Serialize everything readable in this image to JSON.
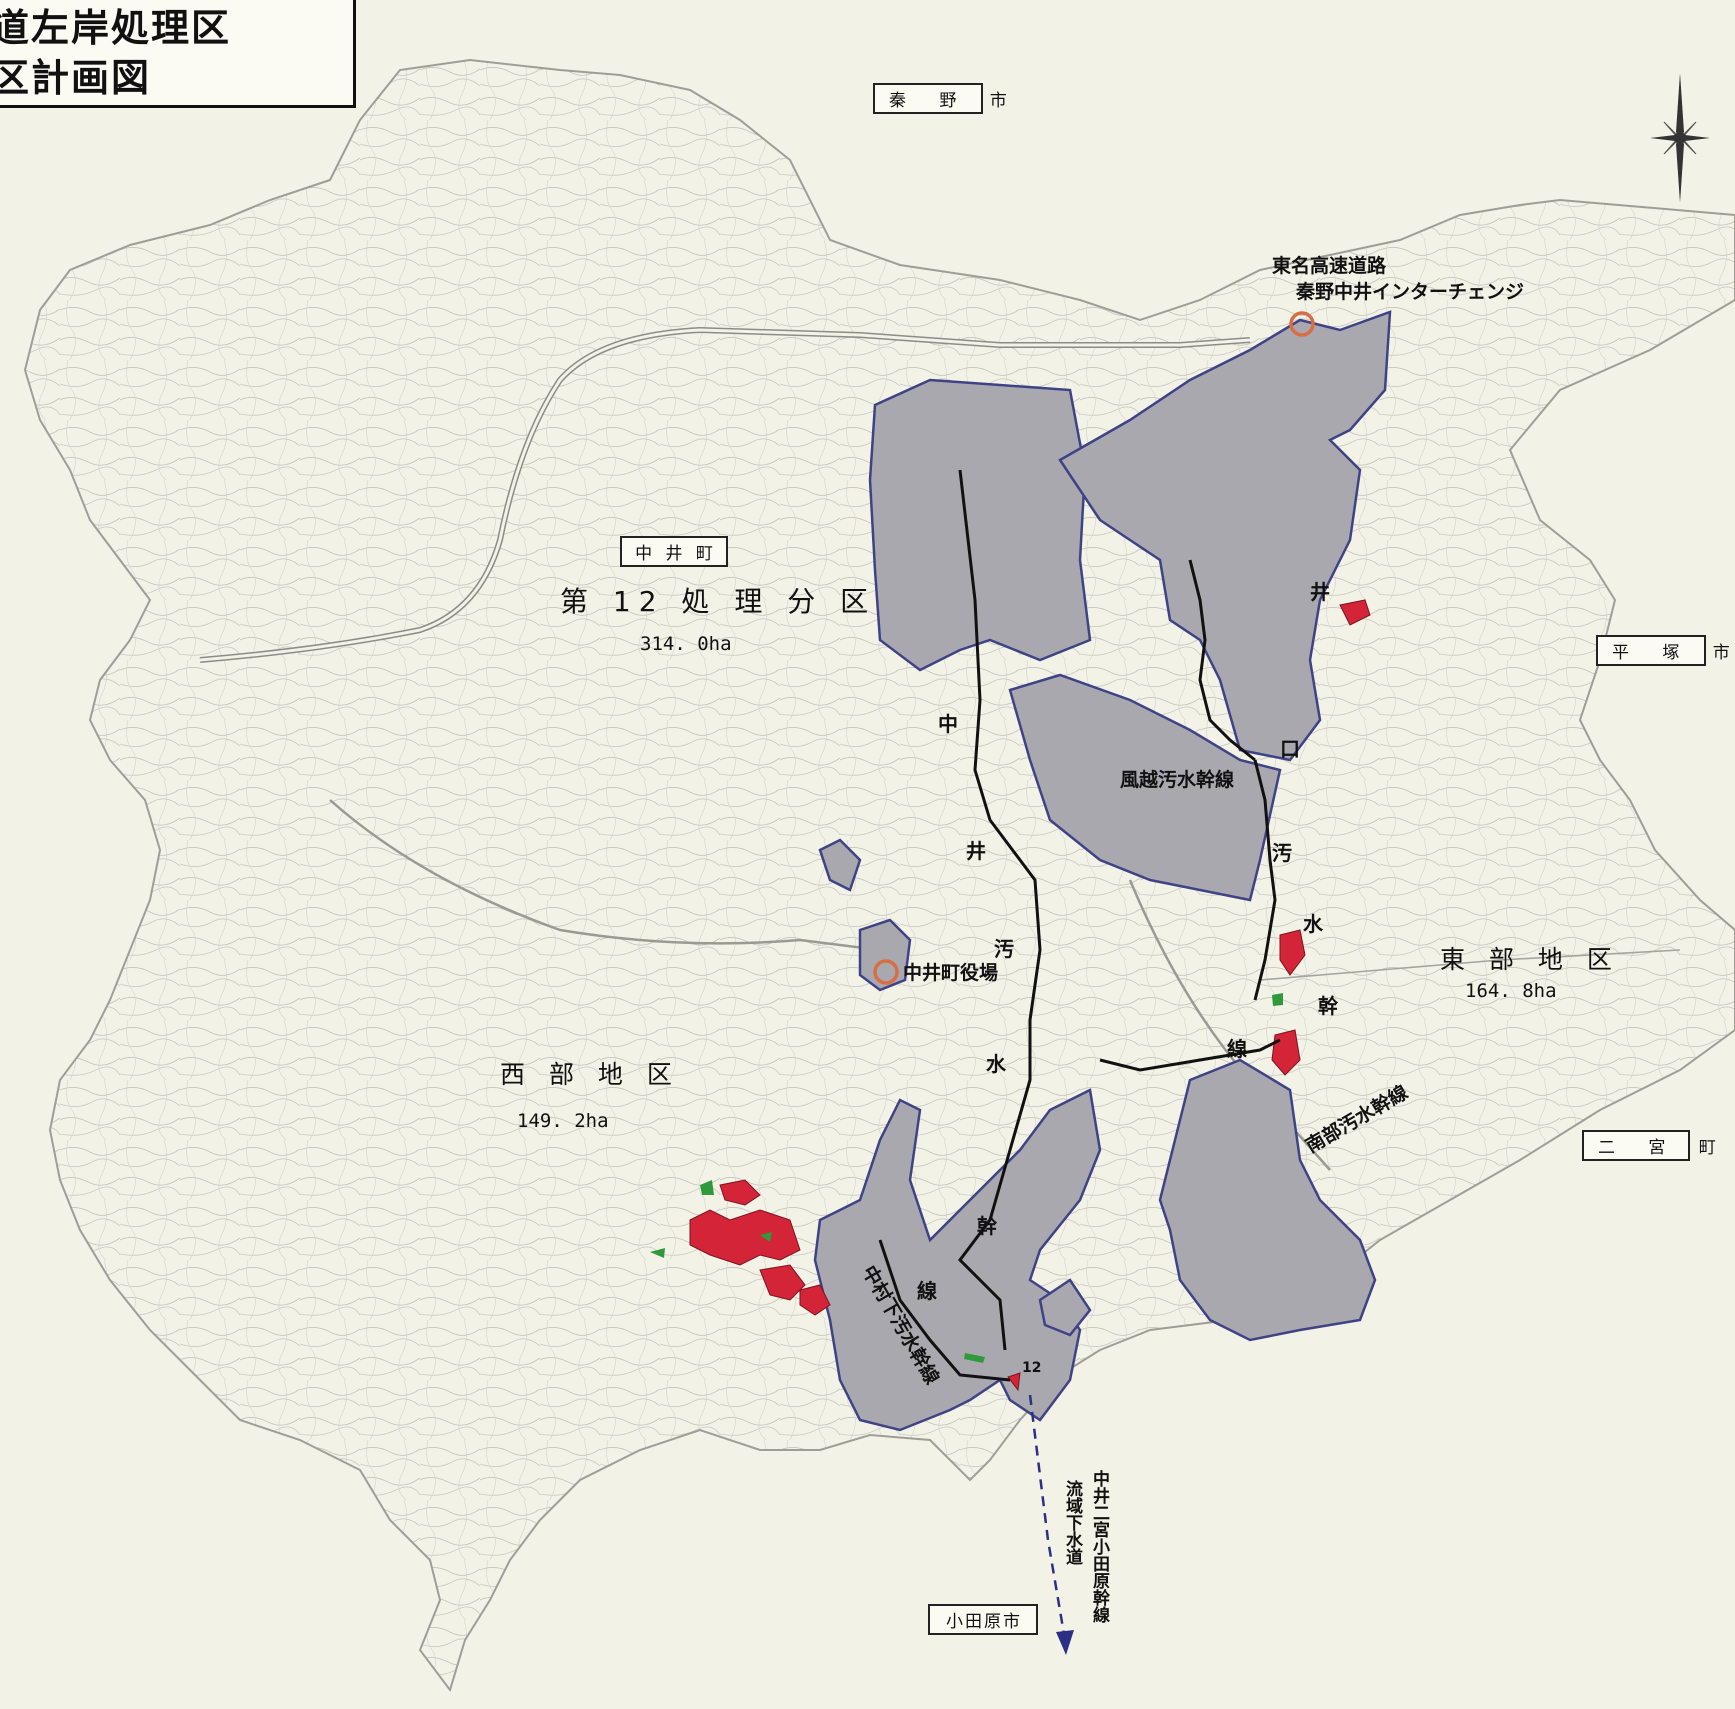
{
  "title": {
    "line1": "道左岸処理区",
    "line2": "区計画図"
  },
  "neighbors": {
    "north": "秦 野 市",
    "east": "平 塚 市",
    "southeast": "二 宮 町",
    "south": "小田原市"
  },
  "town_label": "中 井 町",
  "landmarks": {
    "highway_name": "東名高速道路",
    "interchange": "秦野中井インターチェンジ",
    "town_hall": "中井町役場"
  },
  "districts": {
    "main": {
      "name": "第 12 処 理 分 区",
      "area": "314. 0ha"
    },
    "west": {
      "name": "西 部 地 区",
      "area": "149. 2ha"
    },
    "east": {
      "name": "東 部 地 区",
      "area": "164. 8ha"
    }
  },
  "trunk_lines": {
    "kazakoshi": "風越汚水幹線",
    "nanbu": "南部汚水幹線",
    "nakamura": "中村下汚水幹線",
    "nakai_chars": [
      "中",
      "井",
      "汚",
      "水",
      "幹",
      "線"
    ],
    "east_chars": [
      "井",
      "口",
      "汚",
      "水",
      "幹",
      "線"
    ],
    "kanbu": [
      "幹",
      "線"
    ],
    "regional_line1": "流域下水道",
    "regional_line2": "中井二宮小田原幹線"
  },
  "marker_12": "12",
  "colors": {
    "paper": "#f3f2e7",
    "contour": "#b9b9b2",
    "service_area": "#a9a8af",
    "boundary_blue": "#3f4386",
    "boundary_red": "#b51f2b",
    "planned_red": "#d42437",
    "planned_green": "#2e9a3c",
    "landmark_circle": "#d86f44"
  },
  "icons": [
    "compass-rose-icon",
    "interchange-marker-icon",
    "town-hall-marker-icon"
  ]
}
